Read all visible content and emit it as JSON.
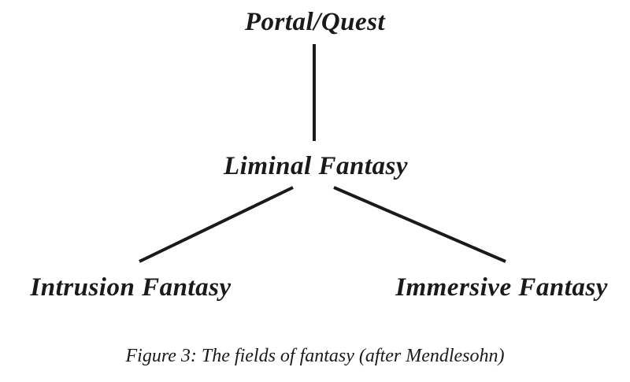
{
  "diagram": {
    "nodes": {
      "top": "Portal/Quest",
      "middle": "Liminal Fantasy",
      "left": "Intrusion Fantasy",
      "right": "Immersive Fantasy"
    },
    "edges": [
      {
        "from": "Portal/Quest",
        "to": "Liminal Fantasy"
      },
      {
        "from": "Liminal Fantasy",
        "to": "Intrusion Fantasy"
      },
      {
        "from": "Liminal Fantasy",
        "to": "Immersive Fantasy"
      }
    ],
    "caption": "Figure 3: The fields of fantasy (after Mendlesohn)"
  }
}
